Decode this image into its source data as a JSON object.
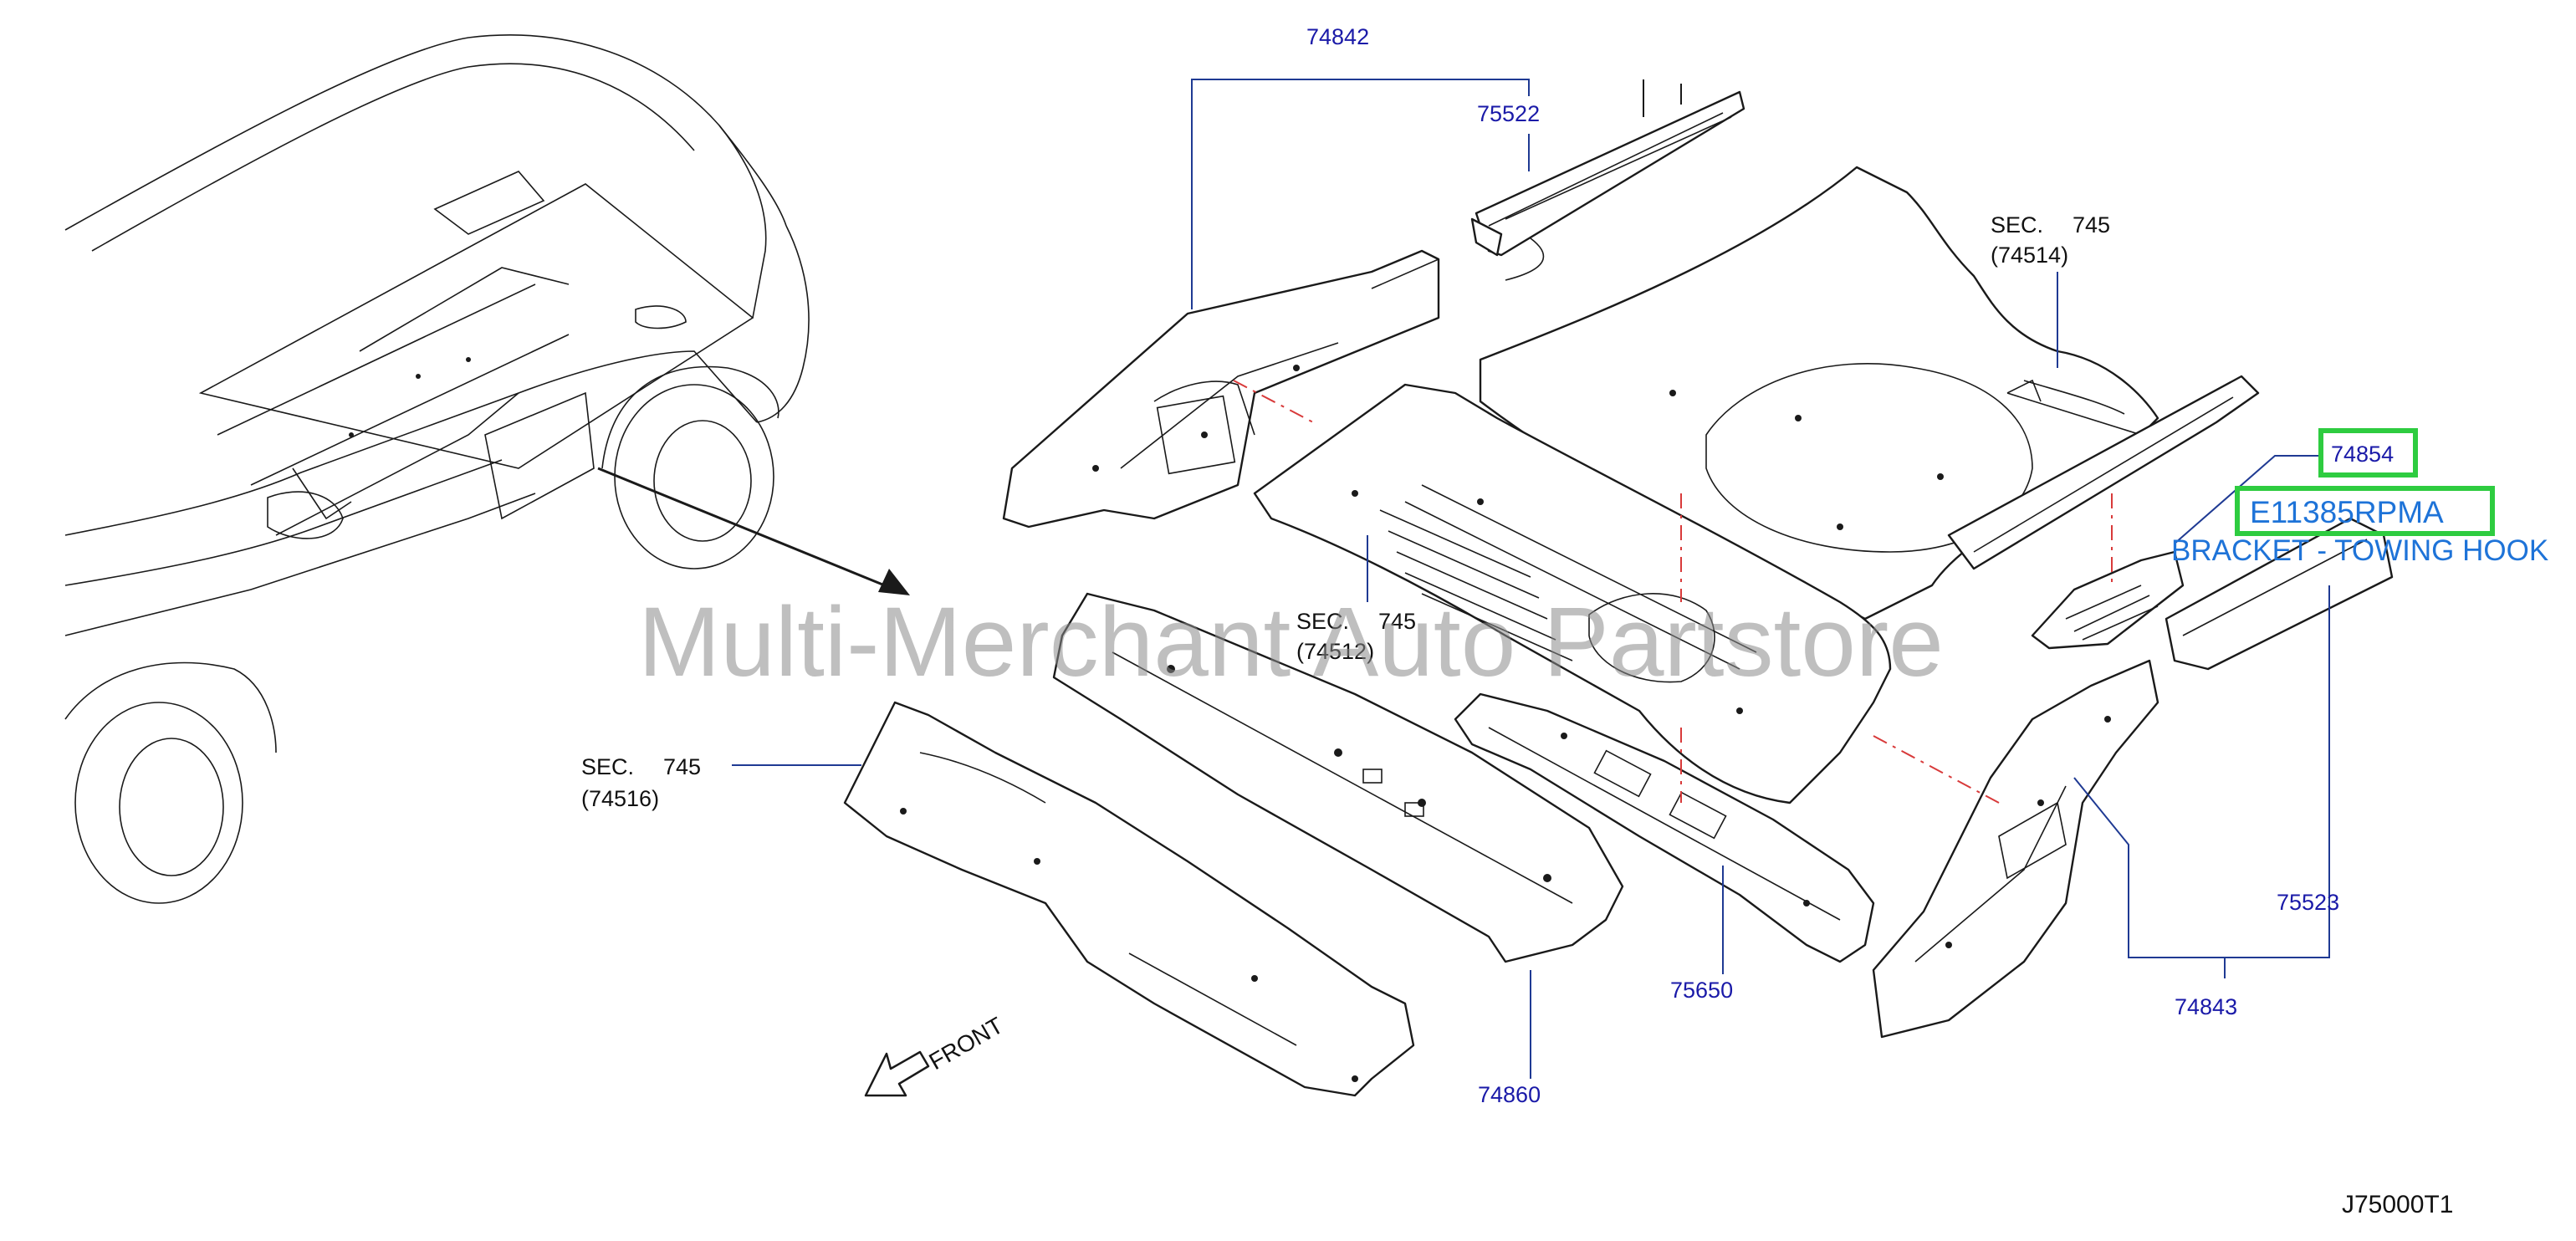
{
  "colors": {
    "part_number": "#1a1aa8",
    "sec_number": "#8a2be2",
    "highlight": "#2ecc40",
    "callout_text": "#1e73d8",
    "line_art": "#1a1a1a",
    "centerline": "#d83a3a",
    "watermark": "#8c8c8c"
  },
  "icons": {
    "front_arrow": "front-arrow-icon",
    "direction_arrow": "direction-arrow-icon"
  },
  "labels": {
    "p74842": "74842",
    "p75522": "75522",
    "p74854": "74854",
    "p75523": "75523",
    "p74843": "74843",
    "p75650": "75650",
    "p74860": "74860"
  },
  "callout": {
    "part_code": "E11385RPMA",
    "description": "BRACKET - TOWING HOOK"
  },
  "sections": {
    "s74514": {
      "prefix": "SEC.",
      "number": "745",
      "sub": "(74514)"
    },
    "s74512": {
      "prefix": "SEC.",
      "number": "745",
      "sub": "(74512)"
    },
    "s74516": {
      "prefix": "SEC.",
      "number": "745",
      "sub": "(74516)"
    }
  },
  "front_label": "FRONT",
  "watermark": "Multi-Merchant Auto Partstore",
  "diagram_code": "J75000T1"
}
